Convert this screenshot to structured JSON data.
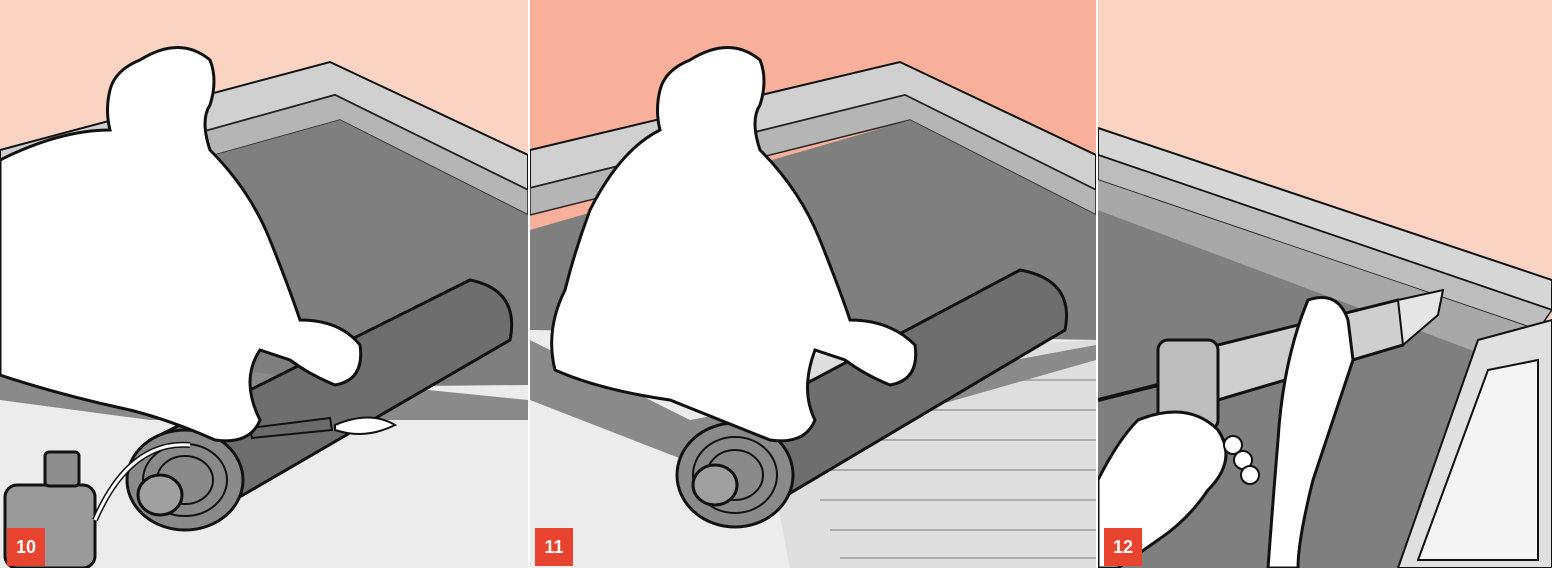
{
  "panels": [
    {
      "step": "10",
      "scene": "torching-roll",
      "wall_color": "#fbd3c3"
    },
    {
      "step": "11",
      "scene": "rolling-membrane",
      "wall_color": "#f8b09a"
    },
    {
      "step": "12",
      "scene": "sealing-edge",
      "wall_color": "#fbd3c3"
    }
  ],
  "colors": {
    "badge": "#e8432f",
    "membrane": "#7f7f7f",
    "coping": "#c8c8c8",
    "floor": "#ececec",
    "outline": "#111111"
  }
}
